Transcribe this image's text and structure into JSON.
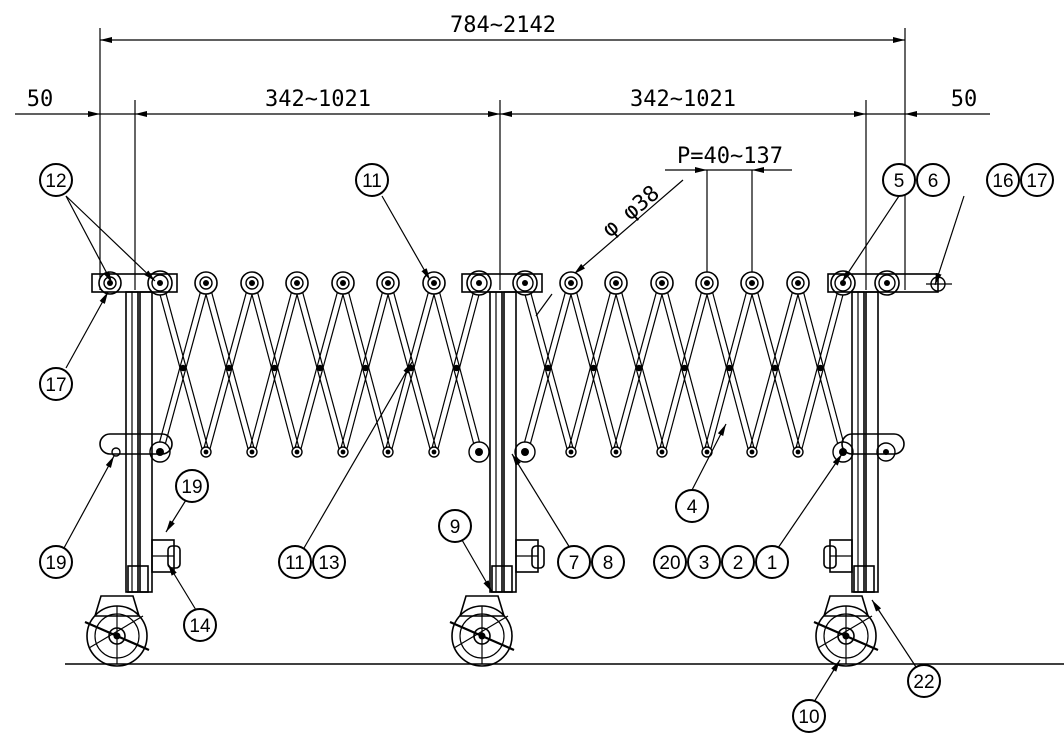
{
  "dimensions": {
    "overall_length": "784~2142",
    "end_left": "50",
    "end_right": "50",
    "section_left": "342~1021",
    "section_right": "342~1021",
    "pitch": "P=40~137",
    "roller_diameter": "φ φ38"
  },
  "balloons": [
    "12",
    "11",
    "5",
    "6",
    "16",
    "17",
    "17",
    "19",
    "19",
    "14",
    "11",
    "13",
    "9",
    "7",
    "8",
    "20",
    "3",
    "2",
    "1",
    "4",
    "10",
    "22"
  ],
  "colors": {
    "ink": "#000000",
    "paper": "#ffffff"
  }
}
